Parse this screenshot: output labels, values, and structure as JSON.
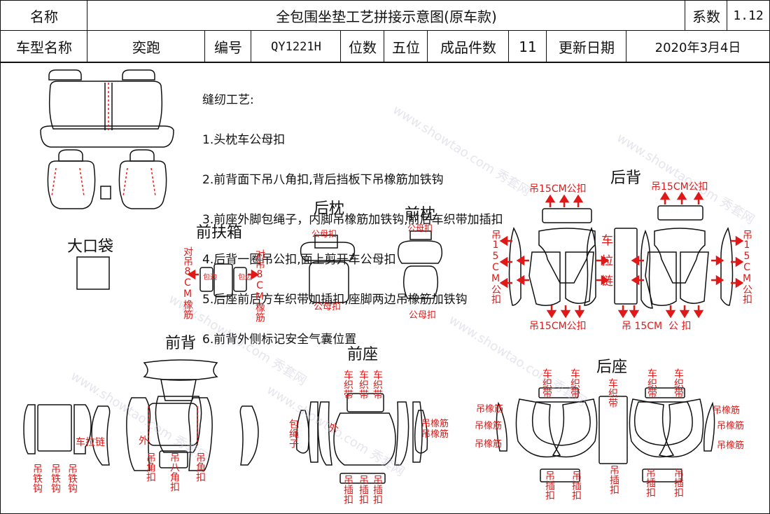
{
  "header": {
    "name_label": "名称",
    "title": "全包围坐垫工艺拼接示意图(原车款)",
    "coef_label": "系数",
    "coef_value": "1.12",
    "model_label": "车型名称",
    "model_value": "奕跑",
    "code_label": "编号",
    "code_value": "QY1221H",
    "seats_label": "位数",
    "seats_value": "五位",
    "pieces_label": "成品件数",
    "pieces_value": "11",
    "date_label": "更新日期",
    "date_value": "2020年3月4日"
  },
  "notes": {
    "heading": "缝纫工艺:",
    "items": [
      "1.头枕车公母扣",
      "2.前背面下吊八角扣,背后挡板下吊橡筋加铁钩",
      "3.前座外脚包绳子，内脚吊橡筋加铁钩,前后车织带加插扣",
      "4.后背一圈吊公扣,面上剪开车公母扣",
      "5.后座前后方车织带加插扣,座脚两边吊橡筋加铁钩",
      "6.前背外侧标记安全气囊位置"
    ]
  },
  "sections": {
    "pocket": "大口袋",
    "armrest": "前扶箱",
    "rear_headrest": "后枕",
    "front_headrest": "前枕",
    "rear_back": "后背",
    "front_back": "前背",
    "front_seat": "前座",
    "rear_seat": "后座"
  },
  "labels": {
    "armrest_left": "对吊8CM橡筋",
    "armrest_right": "对吊8CM橡筋",
    "wrap_edge": "包边",
    "snap_mf": "公母扣",
    "hang_15cm_snap": "吊15CM公扣",
    "hang_15cm_snap_v": "吊15CM公扣",
    "zipper": "车拉链",
    "zipper_v": "车拉链",
    "rear_bottom_mid": "吊 15CM  公 扣",
    "hang_hook": "吊铁钩",
    "outer": "外",
    "hang_octagon": "吊八角扣",
    "hang_corner": "吊角扣",
    "webbing": "车织带",
    "wrap_rope": "包绳子",
    "hang_elastic": "吊橡筋",
    "hang_buckle": "吊插扣"
  },
  "watermark": "www.showtao.com  秀套网"
}
